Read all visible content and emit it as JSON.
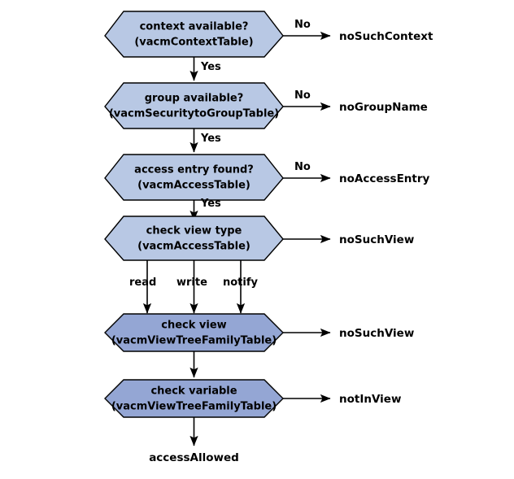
{
  "diagram": {
    "title": "VACM access control decision flow",
    "background_color": "#ffffff",
    "colors": {
      "node_fill_light": "#b8c8e4",
      "node_fill_dark": "#94a6d4",
      "node_stroke": "#000000",
      "line": "#000000",
      "text": "#000000"
    },
    "nodes": [
      {
        "id": "context",
        "line1": "context available?",
        "line2": "(vacmContextTable)",
        "fill": "light"
      },
      {
        "id": "group",
        "line1": "group available?",
        "line2": "(vacmSecuritytoGroupTable)",
        "fill": "light"
      },
      {
        "id": "access-entry",
        "line1": "access entry found?",
        "line2": "(vacmAccessTable)",
        "fill": "light"
      },
      {
        "id": "check-view-type",
        "line1": "check view type",
        "line2": "(vacmAccessTable)",
        "fill": "light"
      },
      {
        "id": "check-view",
        "line1": "check view",
        "line2": "(vacmViewTreeFamilyTable)",
        "fill": "dark"
      },
      {
        "id": "check-variable",
        "line1": "check variable",
        "line2": "(vacmViewTreeFamilyTable)",
        "fill": "dark"
      }
    ],
    "edge_labels": {
      "no_1": "No",
      "no_2": "No",
      "no_3": "No",
      "yes_1": "Yes",
      "yes_2": "Yes",
      "yes_3": "Yes",
      "read": "read",
      "write": "write",
      "notify": "notify"
    },
    "terminals": [
      {
        "id": "no-such-context",
        "label": "noSuchContext"
      },
      {
        "id": "no-group-name",
        "label": "noGroupName"
      },
      {
        "id": "no-access-entry",
        "label": "noAccessEntry"
      },
      {
        "id": "no-such-view-type",
        "label": "noSuchView"
      },
      {
        "id": "no-such-view",
        "label": "noSuchView"
      },
      {
        "id": "not-in-view",
        "label": "notInView"
      },
      {
        "id": "access-allowed",
        "label": "accessAllowed"
      }
    ]
  }
}
